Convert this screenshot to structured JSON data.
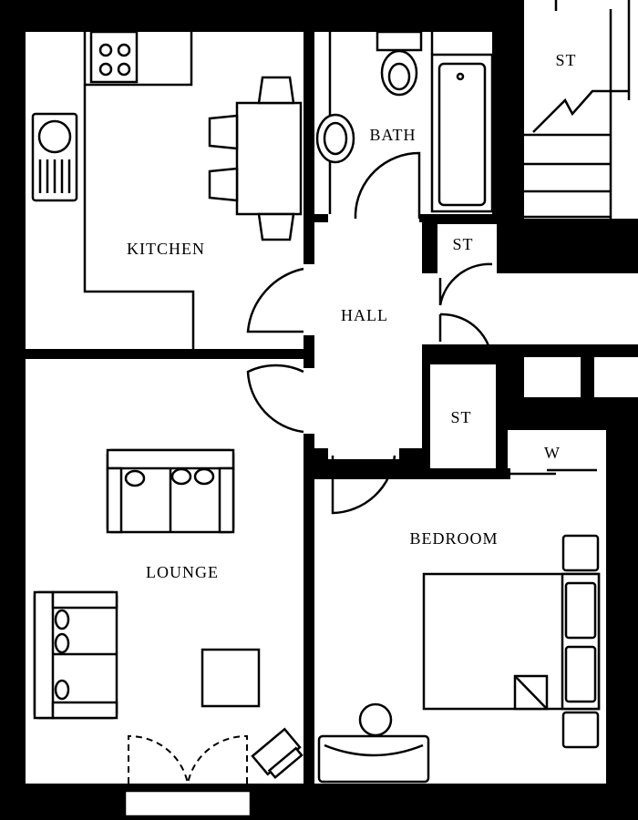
{
  "rooms": {
    "kitchen": "KITCHEN",
    "bath": "BATH",
    "store_top_right": "ST",
    "store_hall_upper": "ST",
    "store_hall_lower": "ST",
    "hall": "HALL",
    "wardrobe": "W",
    "bedroom": "BEDROOM",
    "lounge": "LOUNGE"
  },
  "colors": {
    "wall": "#000000",
    "floor": "#ffffff"
  }
}
